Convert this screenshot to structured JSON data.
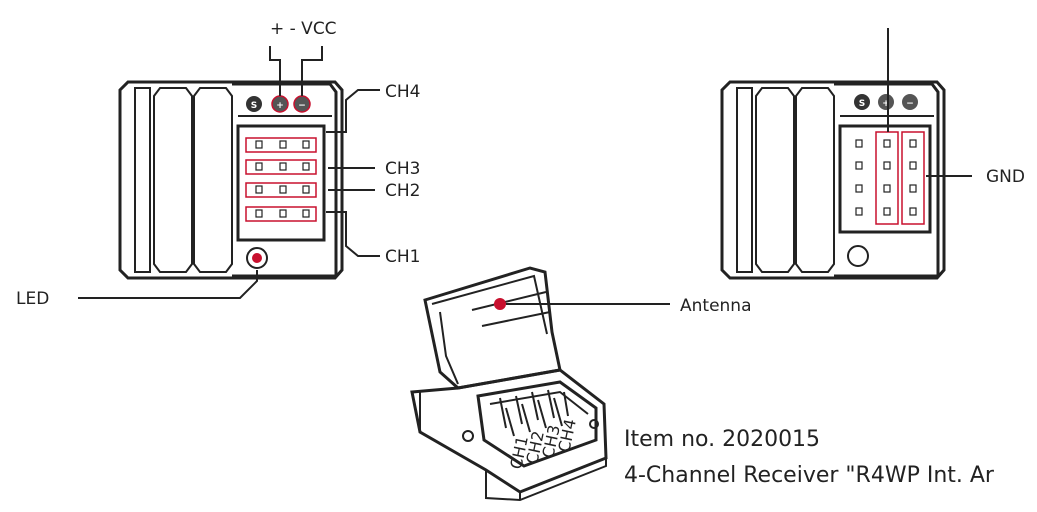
{
  "labels": {
    "power": "+ - VCC",
    "ch4": "CH4",
    "ch3": "CH3",
    "ch2": "CH2",
    "ch1": "CH1",
    "led": "LED",
    "gnd": "GND",
    "antenna": "Antenna",
    "pin_s": "S",
    "pin_plus": "+",
    "pin_minus": "−"
  },
  "connector_labels": [
    "CH1",
    "CH2",
    "CH3",
    "CH4"
  ],
  "caption": {
    "item": "Item no. 2020015",
    "product": "4-Channel Receiver \"R4WP Int. Ar"
  },
  "colors": {
    "line": "#222222",
    "accent": "#c8102e"
  }
}
